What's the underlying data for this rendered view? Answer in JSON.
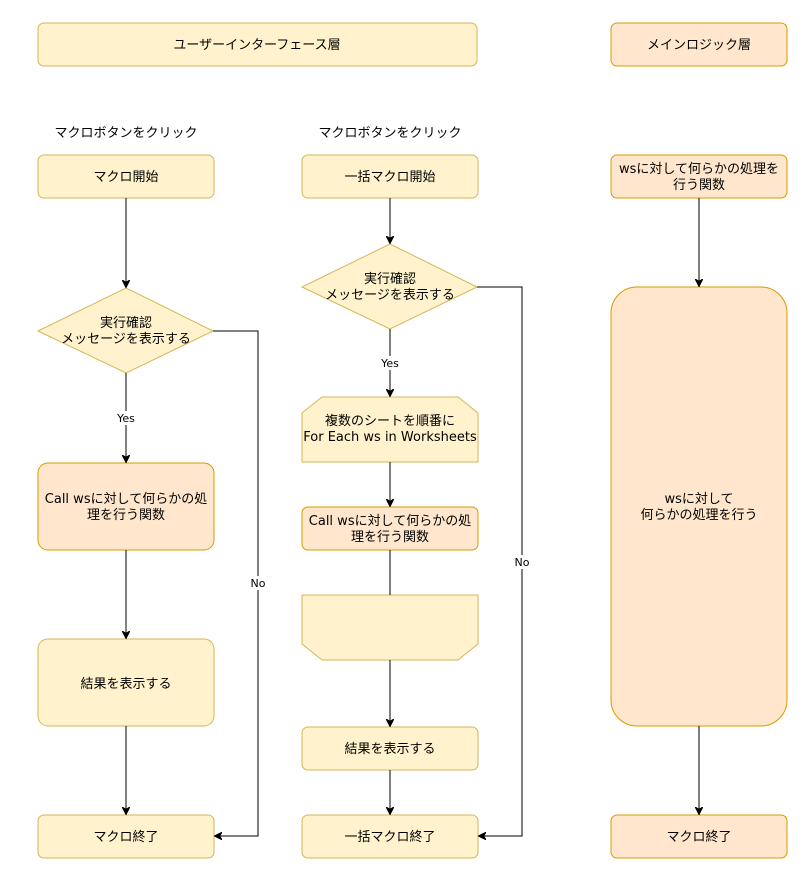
{
  "colors": {
    "yellow_fill": "#fff2cc",
    "yellow_stroke": "#d6b656",
    "orange_fill": "#ffe6cc",
    "orange_stroke": "#d79b00",
    "edge": "#000000"
  },
  "headers": {
    "ui_layer": "ユーザーインターフェース層",
    "main_logic": "メインロジック層"
  },
  "flow1": {
    "trigger": "マクロボタンをクリック",
    "start": "マクロ開始",
    "decision_l1": "実行確認",
    "decision_l2": "メッセージを表示する",
    "yes": "Yes",
    "no": "No",
    "call_l1": "Call wsに対して何らかの処",
    "call_l2": "理を行う関数",
    "result": "結果を表示する",
    "end": "マクロ終了"
  },
  "flow2": {
    "trigger": "マクロボタンをクリック",
    "start": "一括マクロ開始",
    "decision_l1": "実行確認",
    "decision_l2": "メッセージを表示する",
    "yes": "Yes",
    "no": "No",
    "loop_l1": "複数のシートを順番に",
    "loop_l2": "For Each ws in Worksheets",
    "call_l1": "Call wsに対して何らかの処",
    "call_l2": "理を行う関数",
    "loop_end": "",
    "result": "結果を表示する",
    "end": "一括マクロ終了"
  },
  "flow3": {
    "func_l1": "wsに対して何らかの処理を",
    "func_l2": "行う関数",
    "body_l1": "wsに対して",
    "body_l2": "何らかの処理を行う",
    "end": "マクロ終了"
  }
}
